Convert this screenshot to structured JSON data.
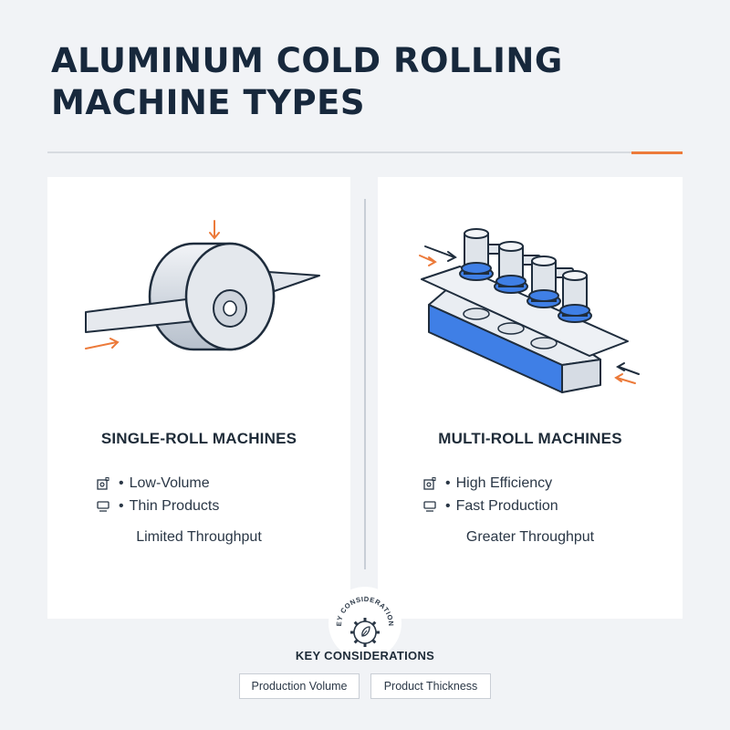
{
  "title": "ALUMINUM COLD ROLLING MACHINE TYPES",
  "single": {
    "title": "SINGLE-ROLL MACHINES",
    "features": [
      {
        "icon": "gear-box-icon",
        "bullet": "•",
        "label": "Low-Volume"
      },
      {
        "icon": "tray-icon",
        "bullet": "•",
        "label": "Thin Products"
      }
    ],
    "throughput": "Limited Throughput"
  },
  "multi": {
    "title": "MULTI-ROLL MACHINES",
    "features": [
      {
        "icon": "gear-box-icon",
        "bullet": "•",
        "label": "High Efficiency"
      },
      {
        "icon": "tray-icon",
        "bullet": "•",
        "label": "Fast Production"
      }
    ],
    "throughput": "Greater Throughput"
  },
  "considerations": {
    "badge_text": "KEY CONSIDERATIONS",
    "title": "KEY CONSIDERATIONS",
    "tags": [
      "Production Volume",
      "Product Thickness"
    ]
  },
  "colors": {
    "accent_orange": "#ec7a3a",
    "accent_blue": "#3f7fe6",
    "ink": "#17283c"
  }
}
